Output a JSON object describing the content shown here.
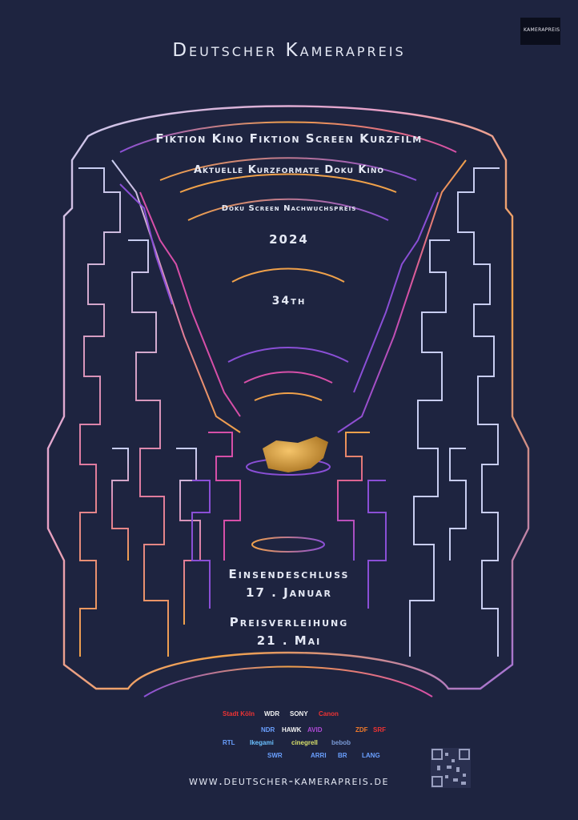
{
  "logo": {
    "label": "KAMERAPREIS"
  },
  "header": {
    "title": "Deutscher Kamerapreis"
  },
  "categories": {
    "line1": "Fiktion Kino   Fiktion Screen   Kurzfilm",
    "line2": "Aktuelle Kurzformate   Doku Kino",
    "line3": "Doku Screen   Nachwuchspreis"
  },
  "year": "2024",
  "edition": "34th",
  "dates": {
    "deadline_label": "Einsendeschluss",
    "deadline_date": "17 . Januar",
    "ceremony_label": "Preisverleihung",
    "ceremony_date": "21 . Mai"
  },
  "sponsors": [
    "Stadt Köln",
    "WDR",
    "SONY",
    "Canon",
    "NDR",
    "HAWK",
    "AVID",
    "ZDF",
    "SRF",
    "RTL",
    "Ikegami",
    "cinegrell",
    "bebob",
    "SWR",
    "ARRI",
    "BR",
    "LANG"
  ],
  "footer": {
    "url": "www.deutscher-kamerapreis.de"
  },
  "colors": {
    "background": "#1e2440",
    "lavender": "#c8cdf0",
    "purple": "#8a4fd6",
    "magenta": "#d64fa8",
    "orange": "#f0a14a",
    "gold": "#c9903a"
  }
}
